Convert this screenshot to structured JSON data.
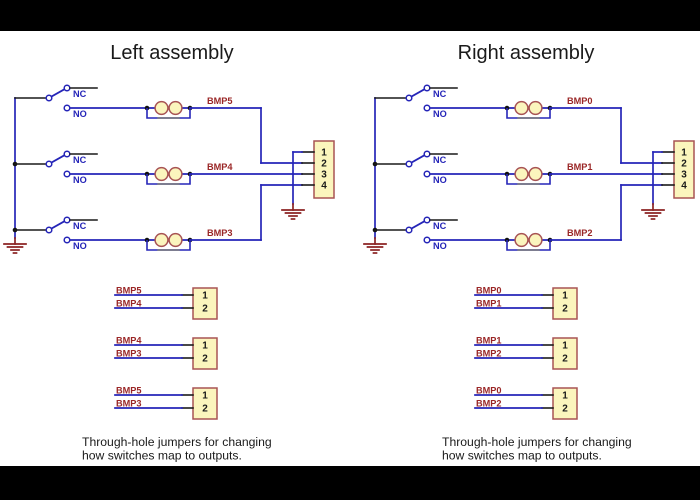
{
  "colors": {
    "wire": "#2525b8",
    "symbol_line": "#1a1a1a",
    "net_label": "#9a2626",
    "ground": "#8b2323",
    "part_border": "#a85454",
    "part_fill": "#fbf5bd",
    "junction": "#111111",
    "text": "#1a1a1a",
    "letterbox": "#000000",
    "paper": "#ffffff"
  },
  "assemblies": [
    {
      "id": "left",
      "title": "Left assembly",
      "switch_rows": [
        {
          "nc_label": "NC",
          "no_label": "NO",
          "net": "BMP5"
        },
        {
          "nc_label": "NC",
          "no_label": "NO",
          "net": "BMP4"
        },
        {
          "nc_label": "NC",
          "no_label": "NO",
          "net": "BMP3"
        }
      ],
      "connector_pins": [
        "1",
        "2",
        "3",
        "4"
      ],
      "jumper_blocks": [
        {
          "nets": [
            "BMP5",
            "BMP4"
          ],
          "pins": [
            "1",
            "2"
          ]
        },
        {
          "nets": [
            "BMP4",
            "BMP3"
          ],
          "pins": [
            "1",
            "2"
          ]
        },
        {
          "nets": [
            "BMP5",
            "BMP3"
          ],
          "pins": [
            "1",
            "2"
          ]
        }
      ],
      "caption": [
        "Through-hole jumpers for changing",
        "how switches map to outputs."
      ]
    },
    {
      "id": "right",
      "title": "Right assembly",
      "switch_rows": [
        {
          "nc_label": "NC",
          "no_label": "NO",
          "net": "BMP0"
        },
        {
          "nc_label": "NC",
          "no_label": "NO",
          "net": "BMP1"
        },
        {
          "nc_label": "NC",
          "no_label": "NO",
          "net": "BMP2"
        }
      ],
      "connector_pins": [
        "1",
        "2",
        "3",
        "4"
      ],
      "jumper_blocks": [
        {
          "nets": [
            "BMP0",
            "BMP1"
          ],
          "pins": [
            "1",
            "2"
          ]
        },
        {
          "nets": [
            "BMP1",
            "BMP2"
          ],
          "pins": [
            "1",
            "2"
          ]
        },
        {
          "nets": [
            "BMP0",
            "BMP2"
          ],
          "pins": [
            "1",
            "2"
          ]
        }
      ],
      "caption": [
        "Through-hole jumpers for changing",
        "how switches map to outputs."
      ]
    }
  ]
}
